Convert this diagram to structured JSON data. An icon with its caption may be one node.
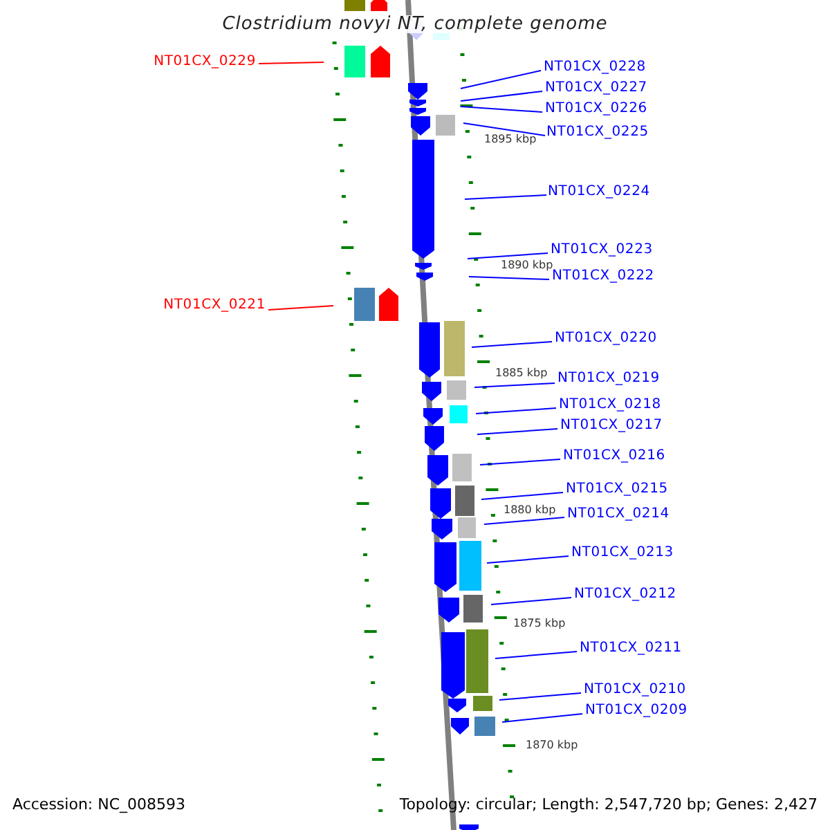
{
  "diagram": {
    "title": "Clostridium novyi NT, complete genome",
    "nodes": [
      {
        "text": [
          "NT01CX_0229"
        ]
      },
      {
        "text": [
          "NT01CX_0228"
        ]
      },
      {
        "text": [
          "NT01CX_0227"
        ]
      },
      {
        "text": [
          "NT01CX_0226"
        ]
      },
      {
        "text": [
          "NT01CX_0225"
        ]
      },
      {
        "text": [
          "NT01CX_0224"
        ]
      },
      {
        "text": [
          "NT01CX_0223"
        ]
      },
      {
        "text": [
          "NT01CX_0222"
        ]
      },
      {
        "text": [
          "NT01CX_0221"
        ]
      },
      {
        "text": [
          "NT01CX_0220"
        ]
      },
      {
        "text": [
          "NT01CX_0219"
        ]
      },
      {
        "text": [
          "NT01CX_0218"
        ]
      },
      {
        "text": [
          "NT01CX_0217"
        ]
      },
      {
        "text": [
          "NT01CX_0216"
        ]
      },
      {
        "text": [
          "NT01CX_0215"
        ]
      },
      {
        "text": [
          "NT01CX_0214"
        ]
      },
      {
        "text": [
          "NT01CX_0213"
        ]
      },
      {
        "text": [
          "NT01CX_0212"
        ]
      },
      {
        "text": [
          "NT01CX_0211"
        ]
      },
      {
        "text": [
          "NT01CX_0210"
        ]
      },
      {
        "text": [
          "NT01CX_0209"
        ]
      }
    ],
    "edges": [
      {
        "from": 0,
        "to": null,
        "arrow": "none",
        "color": "#ff0000"
      },
      {
        "from": 1,
        "to": null,
        "arrow": "none"
      },
      {
        "from": 2,
        "to": null,
        "arrow": "none"
      },
      {
        "from": 3,
        "to": null,
        "arrow": "none"
      },
      {
        "from": 4,
        "to": null,
        "arrow": "none"
      },
      {
        "from": 5,
        "to": null,
        "arrow": "none"
      },
      {
        "from": 6,
        "to": null,
        "arrow": "none"
      },
      {
        "from": 7,
        "to": null,
        "arrow": "none"
      },
      {
        "from": 8,
        "to": null,
        "arrow": "none",
        "color": "#ff0000"
      },
      {
        "from": 9,
        "to": null,
        "arrow": "none"
      },
      {
        "from": 10,
        "to": null,
        "arrow": "none"
      },
      {
        "from": 11,
        "to": null,
        "arrow": "none"
      },
      {
        "from": 12,
        "to": null,
        "arrow": "none"
      },
      {
        "from": 13,
        "to": null,
        "arrow": "none"
      },
      {
        "from": 14,
        "to": null,
        "arrow": "none"
      },
      {
        "from": 15,
        "to": null,
        "arrow": "none"
      },
      {
        "from": 16,
        "to": null,
        "arrow": "none"
      },
      {
        "from": 17,
        "to": null,
        "arrow": "none"
      },
      {
        "from": 18,
        "to": null,
        "arrow": "none"
      },
      {
        "from": 19,
        "to": null,
        "arrow": "none"
      },
      {
        "from": 20,
        "to": null,
        "arrow": "none"
      }
    ],
    "labels": [
      "1895 kbp",
      "1890 kbp",
      "1885 kbp",
      "1880 kbp",
      "1875 kbp",
      "1870 kbp",
      "Accession: NC_008593",
      "Topology: circular; Length: 2,547,720 bp; Genes: 2,427"
    ]
  }
}
